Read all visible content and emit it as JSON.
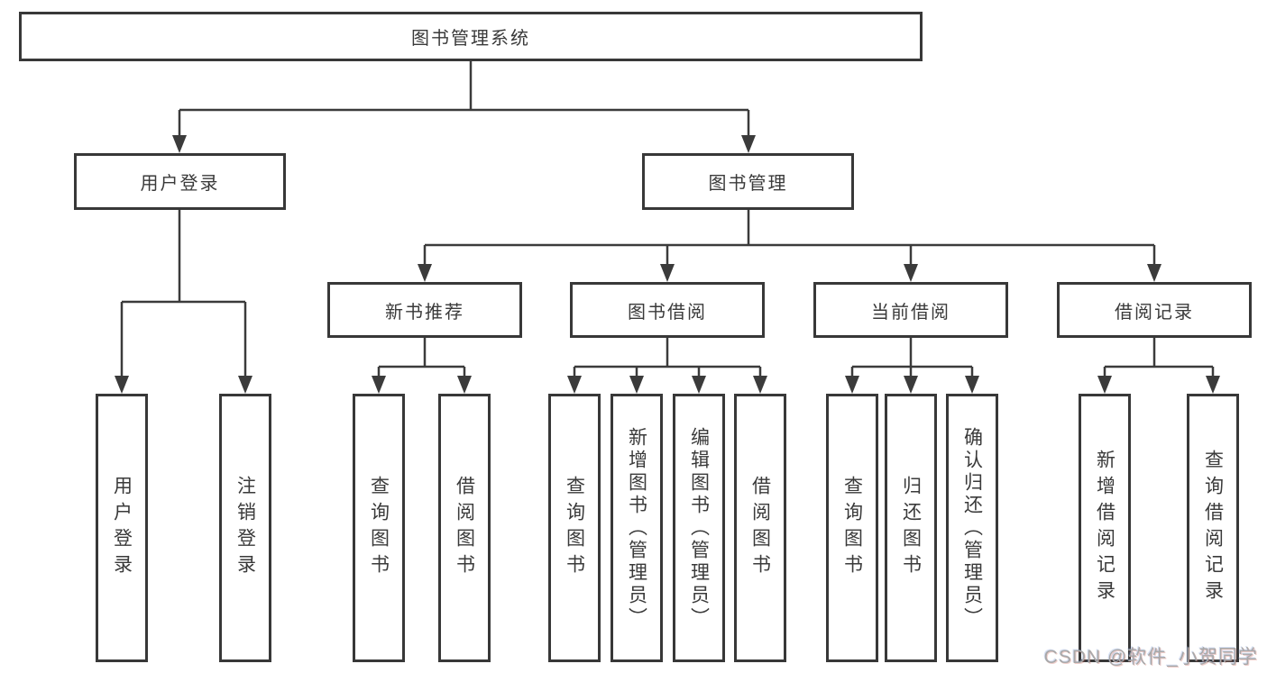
{
  "diagram": {
    "title": "图书管理系统",
    "type": "hierarchy-tree",
    "colors": {
      "background": "#ffffff",
      "line": "#3b3b3b",
      "box_border": "#383838",
      "text": "#3a3a3a",
      "watermark": "#a8a8a8"
    }
  },
  "tree": {
    "root": {
      "label": "图书管理系统",
      "children": [
        {
          "label": "用户登录",
          "children": [
            {
              "label": "用户登录"
            },
            {
              "label": "注销登录"
            }
          ]
        },
        {
          "label": "图书管理",
          "children": [
            {
              "label": "新书推荐",
              "children": [
                {
                  "label": "查询图书"
                },
                {
                  "label": "借阅图书"
                }
              ]
            },
            {
              "label": "图书借阅",
              "children": [
                {
                  "label": "查询图书"
                },
                {
                  "label": "新增图书（管理员）"
                },
                {
                  "label": "编辑图书（管理员）"
                },
                {
                  "label": "借阅图书"
                }
              ]
            },
            {
              "label": "当前借阅",
              "children": [
                {
                  "label": "查询图书"
                },
                {
                  "label": "归还图书"
                },
                {
                  "label": "确认归还（管理员）"
                }
              ]
            },
            {
              "label": "借阅记录",
              "children": [
                {
                  "label": "新增借阅记录"
                },
                {
                  "label": "查询借阅记录"
                }
              ]
            }
          ]
        }
      ]
    }
  },
  "watermark": {
    "text": "CSDN @软件_小贺同学"
  }
}
